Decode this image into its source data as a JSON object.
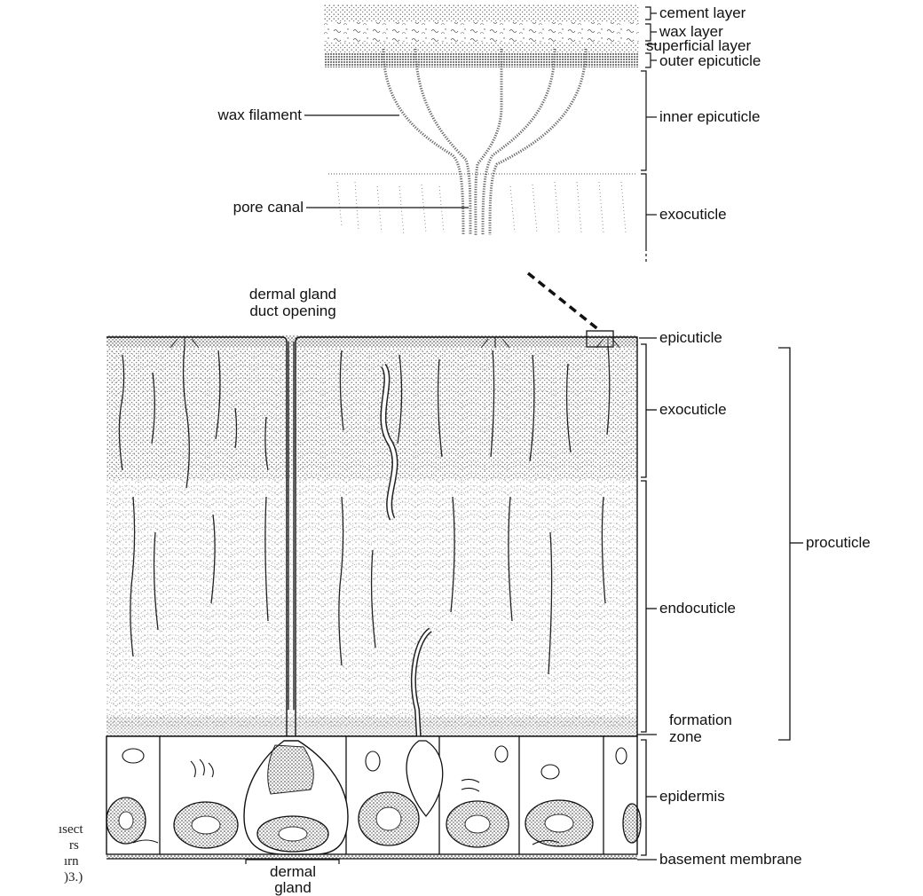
{
  "colors": {
    "ink": "#111111",
    "paper": "#ffffff",
    "stipple": "#444444"
  },
  "top_inset": {
    "right_labels": {
      "cement_layer": "cement layer",
      "wax_layer": "wax layer",
      "superficial_layer": "superficial layer",
      "outer_epicuticle": "outer epicuticle",
      "inner_epicuticle": "inner epicuticle",
      "exocuticle": "exocuticle"
    },
    "left_labels": {
      "wax_filament": "wax filament",
      "pore_canal": "pore canal"
    }
  },
  "main_section": {
    "top_labels": {
      "dermal_gland_duct_opening": [
        "dermal gland",
        "duct opening"
      ]
    },
    "right_labels": {
      "epicuticle": "epicuticle",
      "exocuticle": "exocuticle",
      "procuticle": "procuticle",
      "endocuticle": "endocuticle",
      "formation_zone": [
        "formation",
        "zone"
      ],
      "epidermis": "epidermis",
      "basement_membrane": "basement membrane"
    },
    "bottom_labels": {
      "dermal_gland": [
        "dermal",
        "gland"
      ]
    }
  },
  "cropped_caption": [
    "ısect",
    "rs",
    "ırn",
    ")3.)"
  ]
}
